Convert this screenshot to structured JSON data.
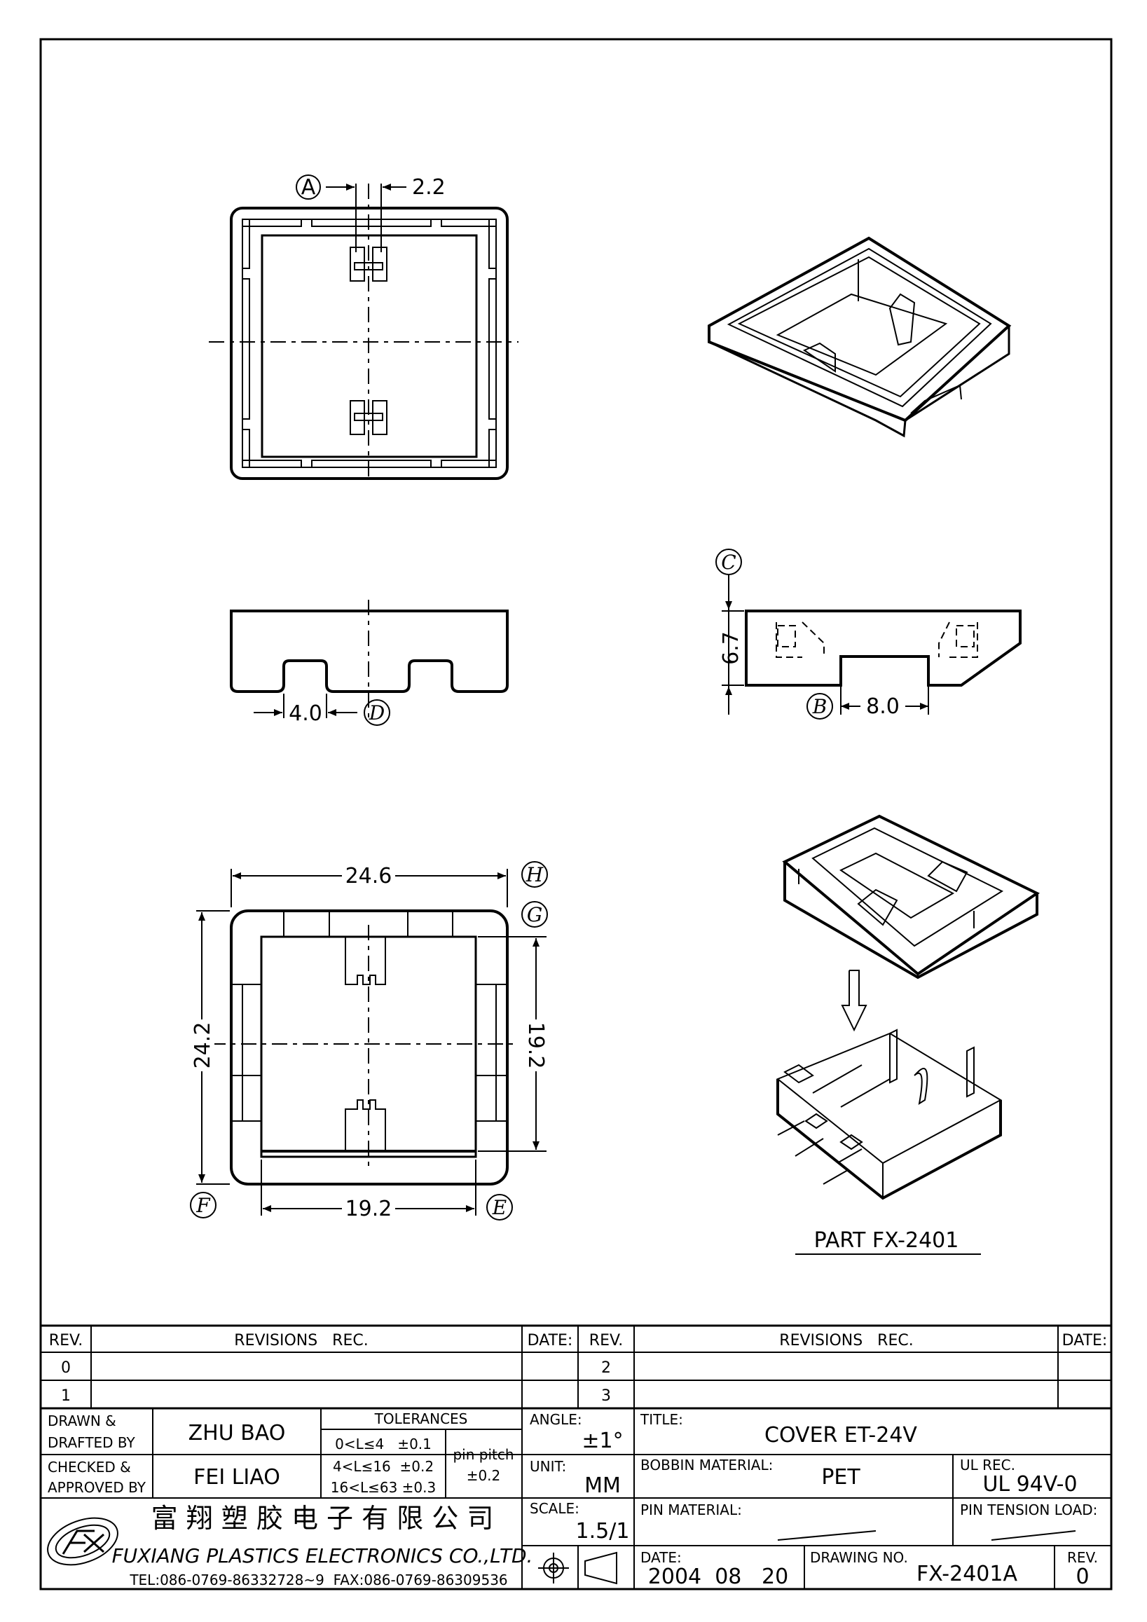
{
  "views": {
    "top": {
      "datum": "A",
      "slot_width": "2.2"
    },
    "side": {
      "dim": "4.0",
      "datum": "D"
    },
    "section": {
      "datum_c": "C",
      "height": "6.7",
      "datum_b": "B",
      "width": "8.0"
    },
    "bottom": {
      "overall_width": "24.6",
      "datum_h": "H",
      "datum_g": "G",
      "overall_height": "24.2",
      "inner_height": "19.2",
      "inner_width": "19.2",
      "datum_f": "F",
      "datum_e": "E"
    },
    "iso": {
      "part_label": "PART FX-2401"
    }
  },
  "title_block": {
    "rev_header": "REV.",
    "revisions_header": "REVISIONS   REC.",
    "date_header": "DATE:",
    "rev_left": [
      "0",
      "1"
    ],
    "rev_right": [
      "2",
      "3"
    ],
    "drawn_label": [
      "DRAWN &",
      "DRAFTED BY"
    ],
    "drawn_by": "ZHU BAO",
    "checked_label": [
      "CHECKED &",
      "APPROVED BY"
    ],
    "approved_by": "FEI LIAO",
    "tolerances_header": "TOLERANCES",
    "tol_1": "0<L≤4   ±0.1",
    "tol_2": "4<L≤16  ±0.2",
    "tol_3": "16<L≤63 ±0.3",
    "pin_pitch_label": "pin pitch",
    "pin_pitch_value": "±0.2",
    "angle_label": "ANGLE:",
    "angle_value": "±1°",
    "unit_label": "UNIT:",
    "unit_value": "MM",
    "scale_label": "SCALE:",
    "scale_value": "1.5/1",
    "title_label": "TITLE:",
    "title_value": "COVER ET-24V",
    "bobbin_material_label": "BOBBIN MATERIAL:",
    "bobbin_material_value": "PET",
    "ul_rec_label": "UL REC.",
    "ul_rec_value": "UL 94V-0",
    "pin_material_label": "PIN MATERIAL:",
    "pin_tension_label": "PIN TENSION LOAD:",
    "date_label": "DATE:",
    "date_value": "2004  08   20",
    "drawing_no_label": "DRAWING NO.",
    "drawing_no_value": "FX-2401A",
    "rev_label": "REV.",
    "rev_value": "0",
    "company_cn": "富 翔 塑 胶 电 子 有 限 公 司",
    "company_en": "FUXIANG PLASTICS ELECTRONICS CO.,LTD.",
    "company_contact": "TEL:086-0769-86332728~9  FAX:086-0769-86309536"
  }
}
